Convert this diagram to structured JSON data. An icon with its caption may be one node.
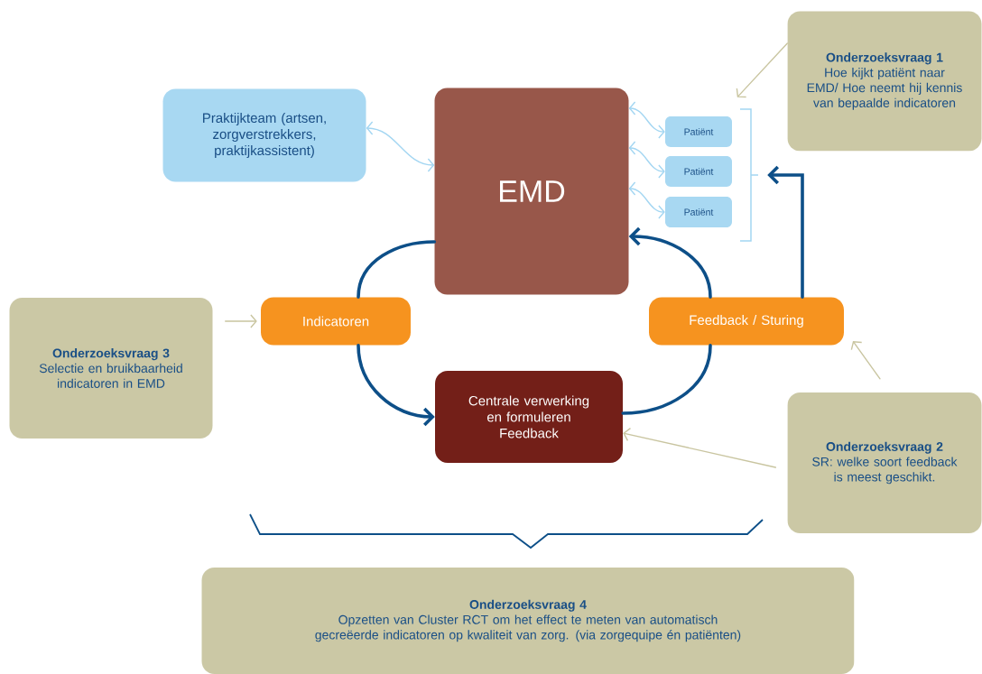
{
  "diagram": {
    "nodes": [
      {
        "text": [
          "Onderzoeksvraag 1",
          "Hoe kijkt patiënt naar EMD/ Hoe neemt hij kennis van bepaalde indicatoren"
        ]
      },
      {
        "text": [
          "Praktijkteam (artsen, zorgverstrekkers, praktijkassistent)"
        ]
      },
      {
        "text": [
          "EMD"
        ]
      },
      {
        "text": [
          "Patiënt"
        ]
      },
      {
        "text": [
          "Patiënt"
        ]
      },
      {
        "text": [
          "Patiënt"
        ]
      },
      {
        "text": [
          "Indicatoren"
        ]
      },
      {
        "text": [
          "Feedback / Sturing"
        ]
      },
      {
        "text": [
          "Onderzoeksvraag 3",
          "Selectie en bruikbaarheid indicatoren in EMD"
        ]
      },
      {
        "text": [
          "Centrale verwerking en formuleren Feedback"
        ]
      },
      {
        "text": [
          "Onderzoeksvraag 2",
          "SR: welke soort feedback is meest geschikt."
        ]
      },
      {
        "text": [
          "Onderzoeksvraag 4",
          "Opzetten van Cluster RCT om het effect te meten van automatisch gecreëerde indicatoren op kwaliteit van zorg. (via zorgequipe én patiënten)"
        ]
      },
      {
        "text": [],
        "shape": "bracket"
      }
    ],
    "edges": [
      {
        "from": 0,
        "to": 12,
        "arrow": "to",
        "color": "#c9c5a0"
      },
      {
        "from": 1,
        "to": 2,
        "arrow": "both",
        "color": "#a3d6f2"
      },
      {
        "from": 2,
        "to": 3,
        "arrow": "both",
        "color": "#a3d6f2"
      },
      {
        "from": 2,
        "to": 4,
        "arrow": "both",
        "color": "#a3d6f2"
      },
      {
        "from": 2,
        "to": 5,
        "arrow": "both",
        "color": "#a3d6f2"
      },
      {
        "from": 2,
        "to": 6,
        "arrow": "none",
        "style": "thick",
        "color": "#0d4f88"
      },
      {
        "from": 6,
        "to": 9,
        "arrow": "to",
        "style": "thick",
        "color": "#0d4f88"
      },
      {
        "from": 9,
        "to": 7,
        "arrow": "none",
        "style": "thick",
        "color": "#0d4f88"
      },
      {
        "from": 7,
        "to": 2,
        "arrow": "to",
        "style": "thick",
        "color": "#0d4f88"
      },
      {
        "from": 7,
        "to": 12,
        "arrow": "to",
        "style": "thick",
        "color": "#0d4f88"
      },
      {
        "from": 8,
        "to": 6,
        "arrow": "to",
        "color": "#c9c5a0"
      },
      {
        "from": 10,
        "to": 7,
        "arrow": "to",
        "color": "#c9c5a0"
      },
      {
        "from": 10,
        "to": 9,
        "arrow": "to",
        "color": "#c9c5a0"
      }
    ]
  }
}
